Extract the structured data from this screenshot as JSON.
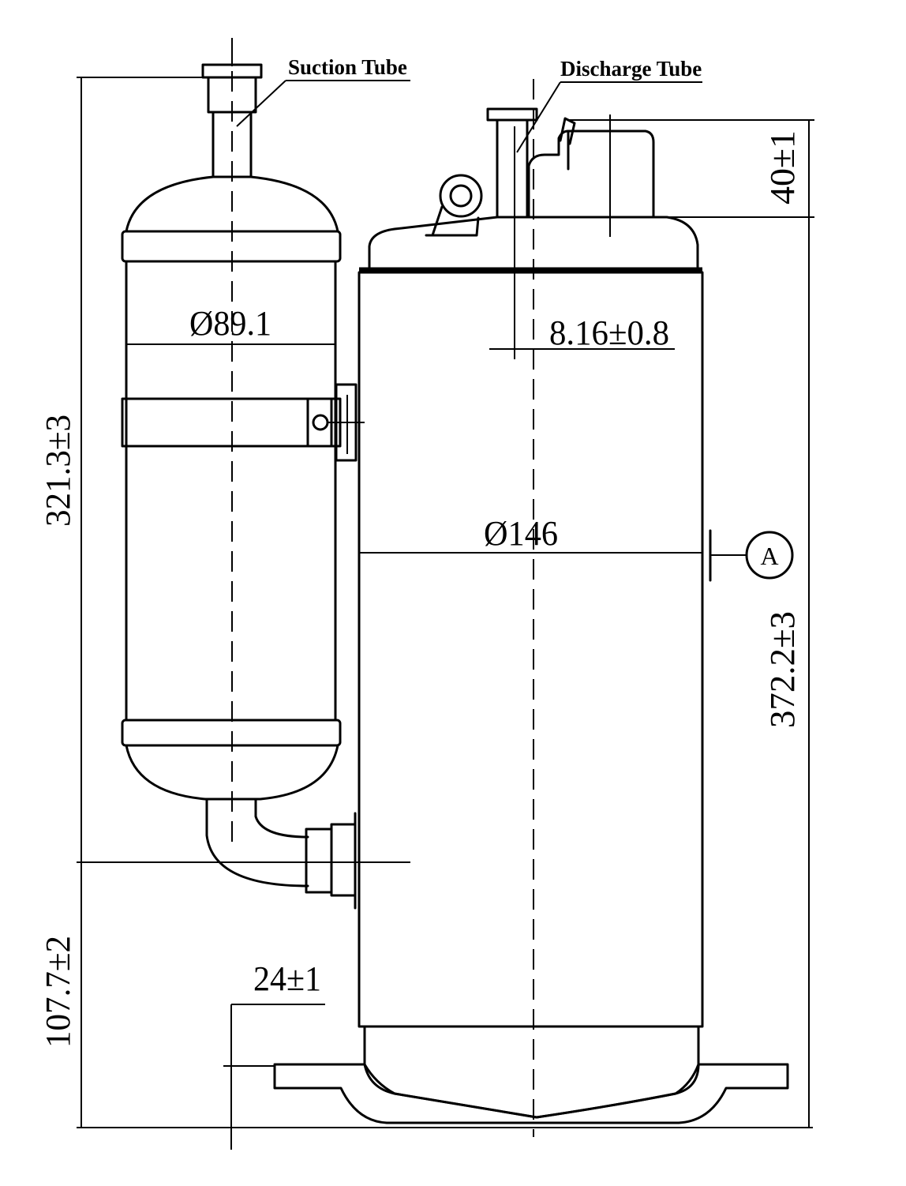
{
  "labels": {
    "suction_tube": "Suction Tube",
    "discharge_tube": "Discharge Tube"
  },
  "dimensions": {
    "total_height": "321.3±3",
    "accumulator_diameter": "Ø89.1",
    "shell_diameter": "Ø146",
    "shell_height": "372.2±3",
    "top_offset": "40±1",
    "discharge_offset": "8.16±0.8",
    "base_height": "107.7±2",
    "foot_width": "24±1"
  },
  "datum": "A"
}
